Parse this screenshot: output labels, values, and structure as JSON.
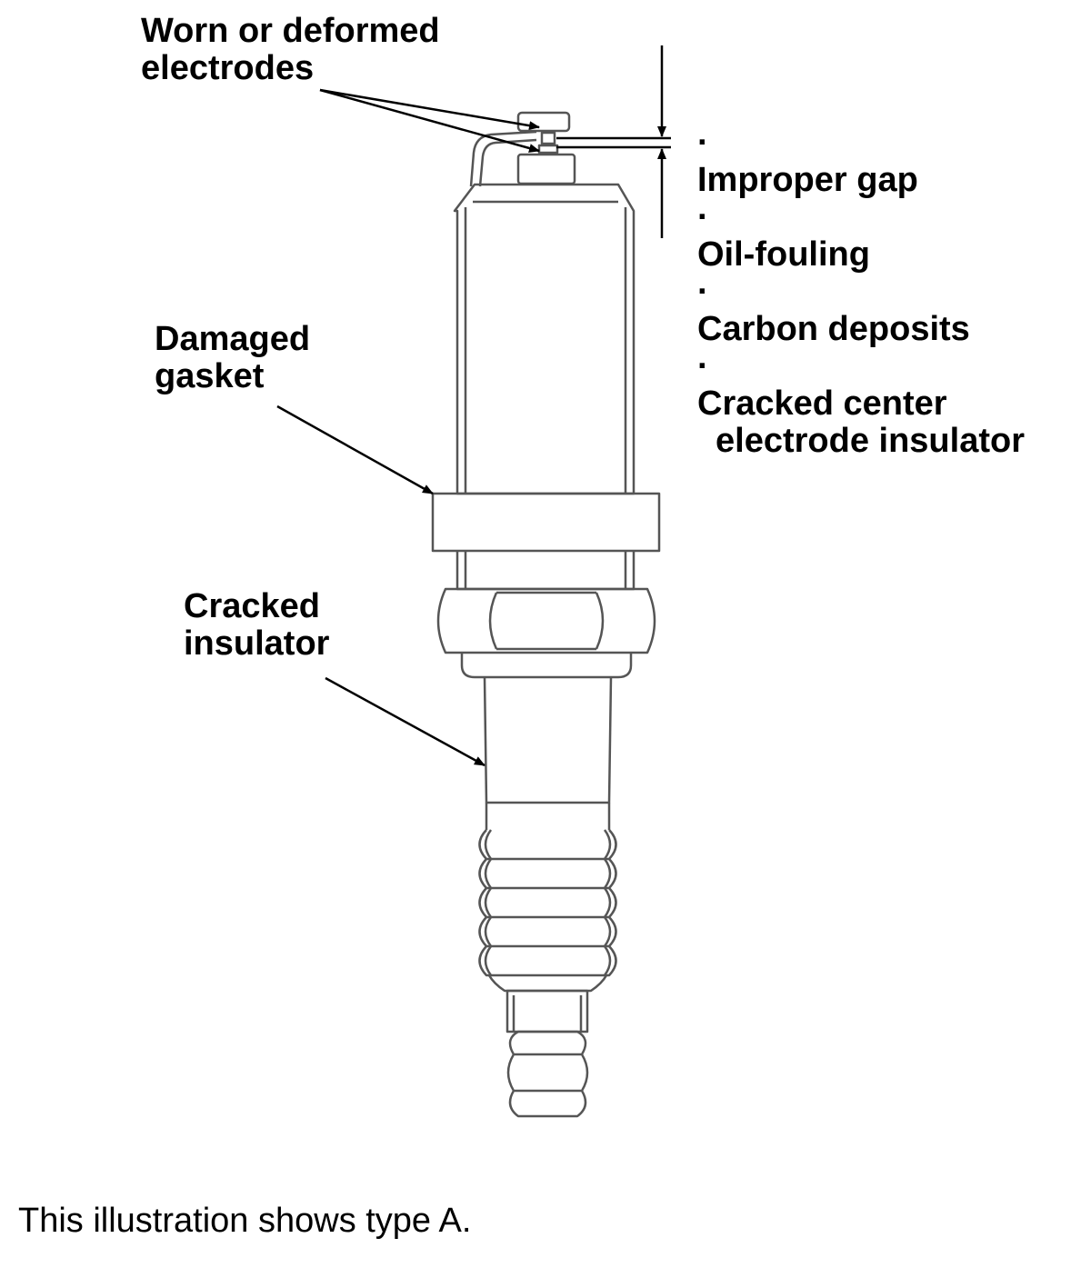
{
  "labels": {
    "electrodes": [
      "Worn or deformed",
      "electrodes"
    ],
    "gasket": [
      "Damaged",
      "gasket"
    ],
    "insulator": [
      "Cracked",
      "insulator"
    ]
  },
  "conditions": {
    "bullet": "·",
    "items": [
      "Improper gap",
      "Oil-fouling",
      "Carbon deposits",
      "Cracked center"
    ],
    "continuation": "electrode insulator"
  },
  "caption": "This illustration shows type A.",
  "colors": {
    "outline": "#555555",
    "leader": "#000000"
  }
}
